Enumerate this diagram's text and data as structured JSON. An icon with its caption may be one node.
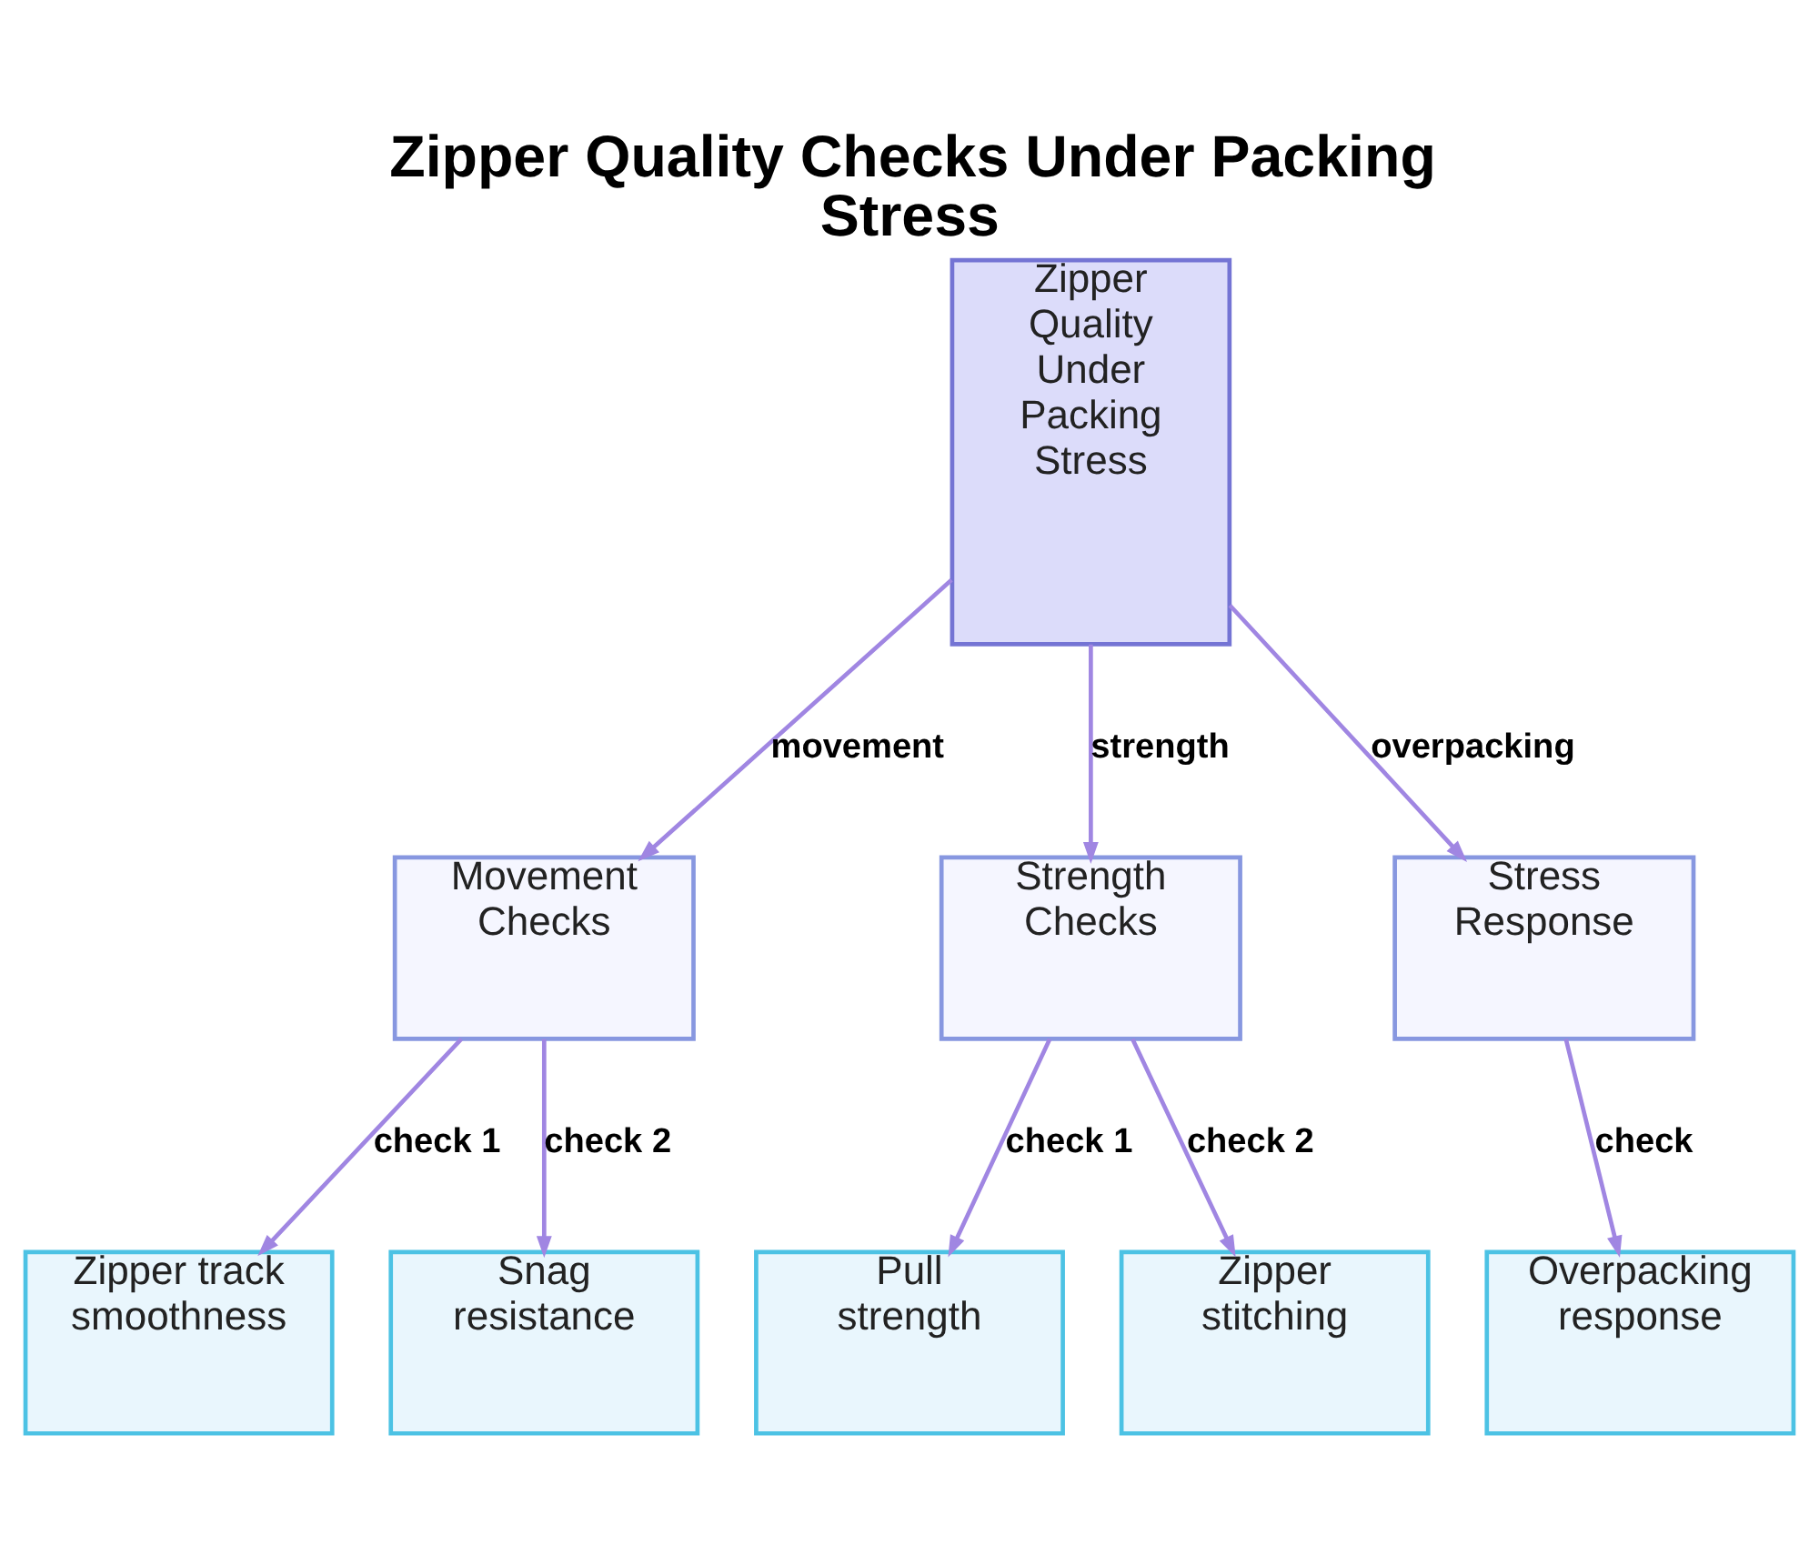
{
  "diagram": {
    "title": "Zipper Quality Checks Under Packing Stress",
    "nodes": [
      {
        "text": [
          "Zipper Quality Under Packing Stress"
        ]
      },
      {
        "text": [
          "Movement Checks"
        ]
      },
      {
        "text": [
          "Strength Checks"
        ]
      },
      {
        "text": [
          "Stress Response"
        ]
      },
      {
        "text": [
          "Zipper track smoothness"
        ]
      },
      {
        "text": [
          "Snag resistance"
        ]
      },
      {
        "text": [
          "Pull strength"
        ]
      },
      {
        "text": [
          "Zipper stitching"
        ]
      },
      {
        "text": [
          "Overpacking response"
        ]
      }
    ],
    "edges": [
      {
        "from": 0,
        "to": 1,
        "arrow": "to",
        "label": "movement"
      },
      {
        "from": 0,
        "to": 2,
        "arrow": "to",
        "label": "strength"
      },
      {
        "from": 0,
        "to": 3,
        "arrow": "to",
        "label": "overpacking"
      },
      {
        "from": 1,
        "to": 4,
        "arrow": "to",
        "label": "check 1"
      },
      {
        "from": 1,
        "to": 5,
        "arrow": "to",
        "label": "check 2"
      },
      {
        "from": 2,
        "to": 6,
        "arrow": "to",
        "label": "check 1"
      },
      {
        "from": 2,
        "to": 7,
        "arrow": "to",
        "label": "check 2"
      },
      {
        "from": 3,
        "to": 8,
        "arrow": "to",
        "label": "check"
      }
    ]
  }
}
